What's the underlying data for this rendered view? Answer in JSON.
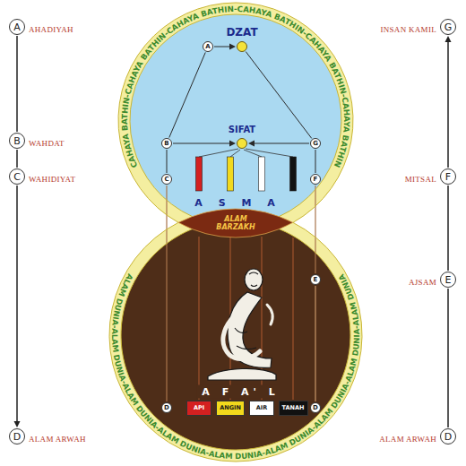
{
  "diagram": {
    "nodes": [
      {
        "text": [
          "A",
          "AHADIYAH"
        ]
      },
      {
        "text": [
          "G",
          "INSAN KAMIL"
        ]
      },
      {
        "text": [
          "CAHAYA BATHIN-CAHAYA BATHIN-CAHAYA BATHIN-CAHAYA BATHIN-CAHAYA BATHIN-CAHAYA BATHIN"
        ]
      },
      {
        "text": [
          "A"
        ],
        "in": 2
      },
      {
        "text": [
          "DZAT"
        ],
        "in": 2
      },
      {
        "text": [
          "B",
          "WAHDAT"
        ]
      },
      {
        "text": [
          "B"
        ],
        "in": 2
      },
      {
        "text": [
          "SIFAT"
        ],
        "in": 2
      },
      {
        "text": [
          "G"
        ],
        "in": 2
      },
      {
        "text": [
          "C",
          "WAHIDIYAT"
        ]
      },
      {
        "text": [
          "C"
        ],
        "in": 2
      },
      {
        "text": [
          "F"
        ],
        "in": 2
      },
      {
        "text": [
          "F",
          "MITSAL"
        ]
      },
      {
        "text": [
          "ALAM BARZAKH"
        ]
      },
      {
        "text": [
          "ALAM DUNIA-ALAM DUNIA-ALAM DUNIA-ALAM DUNIA-ALAM DUNIA-ALAM DUNIA-ALAM DUNIA-ALAM DUNIA-ALAM DUNIA"
        ]
      },
      {
        "text": [
          "E"
        ],
        "in": 14
      },
      {
        "text": [
          "E",
          "AJSAM"
        ]
      },
      {
        "text": [
          "D"
        ],
        "in": 14
      },
      {
        "text": [
          "API"
        ],
        "in": 14
      },
      {
        "text": [
          "ANGIN"
        ],
        "in": 14
      },
      {
        "text": [
          "AIR"
        ],
        "in": 14
      },
      {
        "text": [
          "TANAH"
        ],
        "in": 14
      },
      {
        "text": [
          "D"
        ],
        "in": 14
      },
      {
        "text": [
          "D",
          "ALAM ARWAH"
        ]
      },
      {
        "text": [
          "D",
          "ALAM ARWAH"
        ]
      }
    ],
    "edges": [
      {
        "from": 0,
        "to": 5,
        "arrow": "none"
      },
      {
        "from": 5,
        "to": 9,
        "arrow": "none"
      },
      {
        "from": 9,
        "to": 23,
        "arrow": "to"
      },
      {
        "from": 24,
        "to": 16,
        "arrow": "none"
      },
      {
        "from": 16,
        "to": 12,
        "arrow": "none"
      },
      {
        "from": 12,
        "to": 1,
        "arrow": "to"
      },
      {
        "from": 3,
        "to": 4,
        "arrow": "to"
      },
      {
        "from": 3,
        "to": 6,
        "arrow": "none"
      },
      {
        "from": 6,
        "to": 7,
        "arrow": "to"
      },
      {
        "from": 8,
        "to": 7,
        "arrow": "to"
      },
      {
        "from": 4,
        "to": 8,
        "arrow": "none"
      },
      {
        "from": 6,
        "to": 10,
        "arrow": "none"
      },
      {
        "from": 10,
        "to": 17,
        "arrow": "none"
      },
      {
        "from": 8,
        "to": 11,
        "arrow": "none"
      },
      {
        "from": 11,
        "to": 15,
        "arrow": "none"
      },
      {
        "from": 15,
        "to": 22,
        "arrow": "none"
      }
    ],
    "labels": [
      "A S M A",
      "A F A' L"
    ]
  }
}
